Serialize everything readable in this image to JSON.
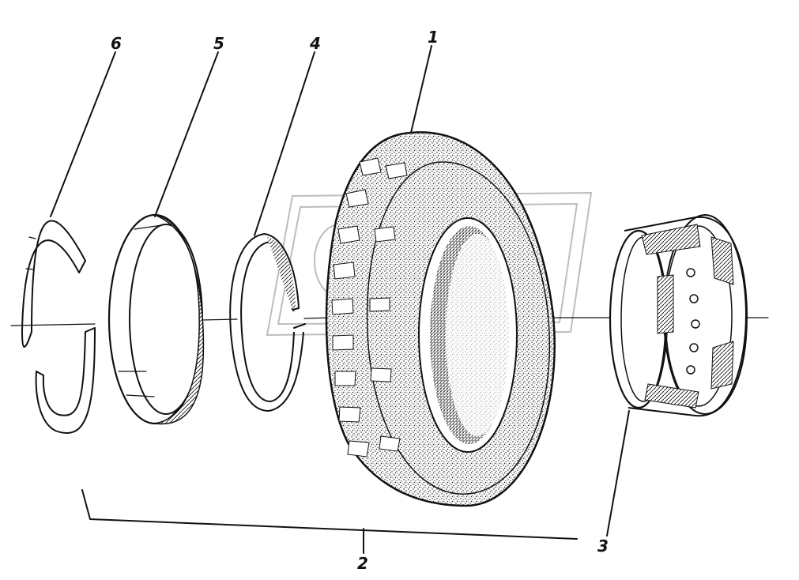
{
  "callouts": {
    "tire": "1",
    "wheel_assembly": "2",
    "rim": "3",
    "ring_4": "4",
    "ring_5": "5",
    "ring_6": "6"
  },
  "colors": {
    "ink": "#111111",
    "paper": "#ffffff",
    "watermark": "#bdbdbd"
  }
}
